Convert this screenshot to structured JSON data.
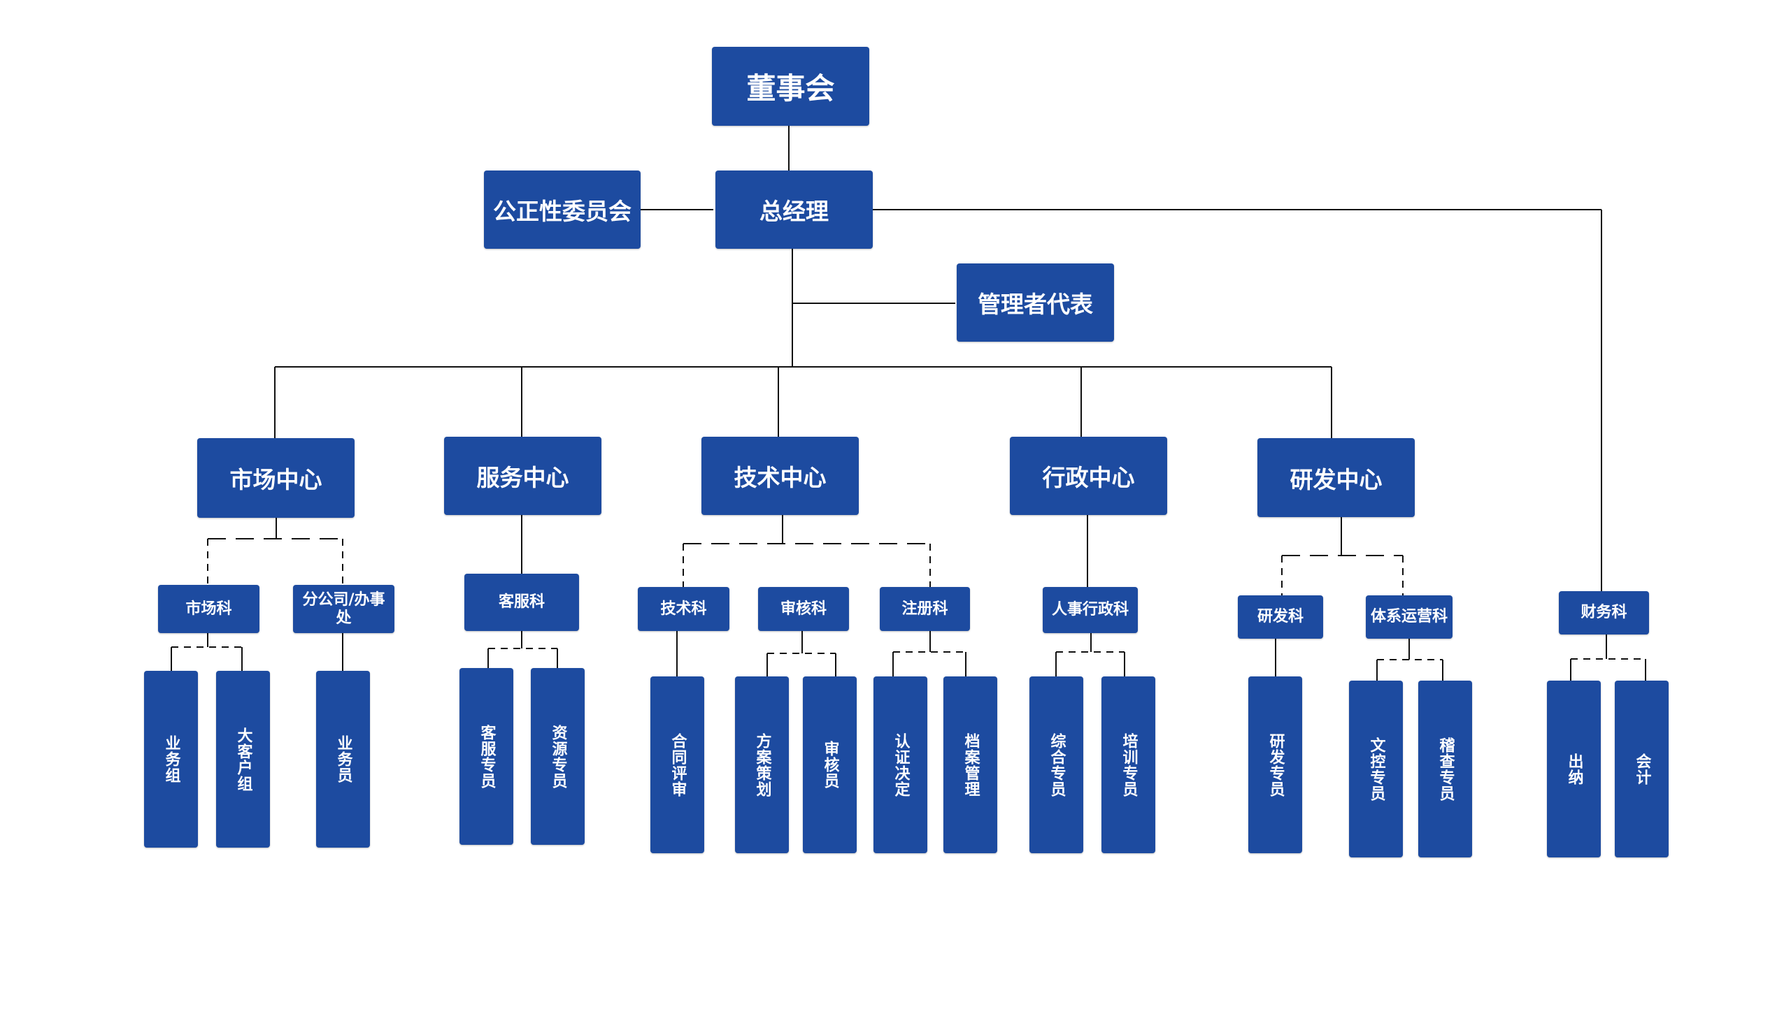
{
  "top": {
    "board": "董事会",
    "gm": "总经理",
    "fairness": "公正性委员会",
    "mgmt_rep": "管理者代表"
  },
  "centers": {
    "market": "市场中心",
    "service": "服务中心",
    "tech": "技术中心",
    "admin": "行政中心",
    "rd": "研发中心"
  },
  "depts": {
    "market_dept": "市场科",
    "branch": "分公司/办事处",
    "cs_dept": "客服科",
    "tech_dept": "技术科",
    "audit_dept": "审核科",
    "reg_dept": "注册科",
    "hr_dept": "人事行政科",
    "rd_dept": "研发科",
    "sys_dept": "体系运营科",
    "finance_dept": "财务科"
  },
  "roles": {
    "sales_group": "业务组",
    "key_accounts": "大客户组",
    "salesperson": "业务员",
    "cs_specialist": "客服专员",
    "resource_specialist": "资源专员",
    "contract_review": "合同评审",
    "plan": "方案策划",
    "auditor": "审核员",
    "cert_decision": "认证决定",
    "archive": "档案管理",
    "general_specialist": "综合专员",
    "training_specialist": "培训专员",
    "rd_specialist": "研发专员",
    "doc_control": "文控专员",
    "inspection": "稽查专员",
    "cashier": "出纳",
    "accountant": "会计"
  }
}
